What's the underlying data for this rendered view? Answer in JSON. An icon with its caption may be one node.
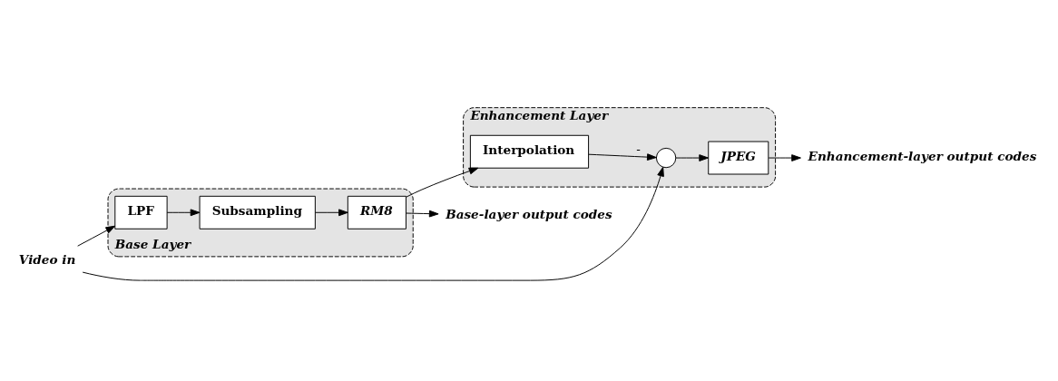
{
  "diagram": {
    "nodes": [
      {
        "text": [
          "Enhancement Layer"
        ]
      },
      {
        "text": [],
        "shape": "circle",
        "in": 0
      },
      {
        "text": [
          "JPEG"
        ],
        "in": 0
      },
      {
        "text": [
          "Interpolation"
        ],
        "in": 0
      },
      {
        "text": [
          "Base Layer"
        ]
      },
      {
        "text": [
          "LPF"
        ],
        "in": 4
      },
      {
        "text": [
          "Subsampling"
        ],
        "in": 4
      },
      {
        "text": [
          "RM8"
        ],
        "in": 4
      },
      {
        "text": [
          "Video in"
        ]
      },
      {
        "text": [
          "Enhancement-layer output codes"
        ]
      },
      {
        "text": [
          "Base-layer output codes"
        ]
      }
    ],
    "edges": [
      {
        "from": 8,
        "to": 5,
        "arrow": "to"
      },
      {
        "from": 8,
        "to": 1,
        "arrow": "to"
      },
      {
        "from": 5,
        "to": 6,
        "arrow": "to"
      },
      {
        "from": 6,
        "to": 7,
        "arrow": "to"
      },
      {
        "from": 7,
        "to": 3,
        "arrow": "to"
      },
      {
        "from": 3,
        "to": 1,
        "arrow": "to",
        "label": "-"
      },
      {
        "from": 1,
        "to": 2,
        "arrow": "to"
      },
      {
        "from": 2,
        "to": 9,
        "arrow": "to"
      },
      {
        "from": 7,
        "to": 10,
        "arrow": "to"
      }
    ]
  }
}
